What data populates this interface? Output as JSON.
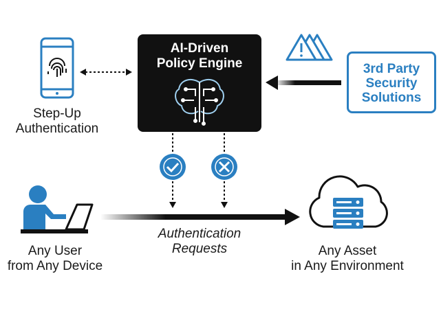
{
  "engine": {
    "title_line1": "AI-Driven",
    "title_line2": "Policy Engine"
  },
  "third_party": {
    "line1": "3rd Party",
    "line2": "Security",
    "line3": "Solutions"
  },
  "step_up": {
    "line1": "Step-Up",
    "line2": "Authentication"
  },
  "user": {
    "line1": "Any User",
    "line2": "from Any Device"
  },
  "asset": {
    "line1": "Any Asset",
    "line2": "in Any Environment"
  },
  "flow": {
    "line1": "Authentication",
    "line2": "Requests"
  },
  "colors": {
    "accent_blue": "#2a7fc1",
    "engine_bg": "#111111",
    "arrow": "#111111"
  },
  "icons": [
    "fingerprint-phone-icon",
    "brain-circuit-icon",
    "warning-triangles-icon",
    "approve-check-icon",
    "deny-x-icon",
    "user-laptop-icon",
    "cloud-server-icon"
  ]
}
